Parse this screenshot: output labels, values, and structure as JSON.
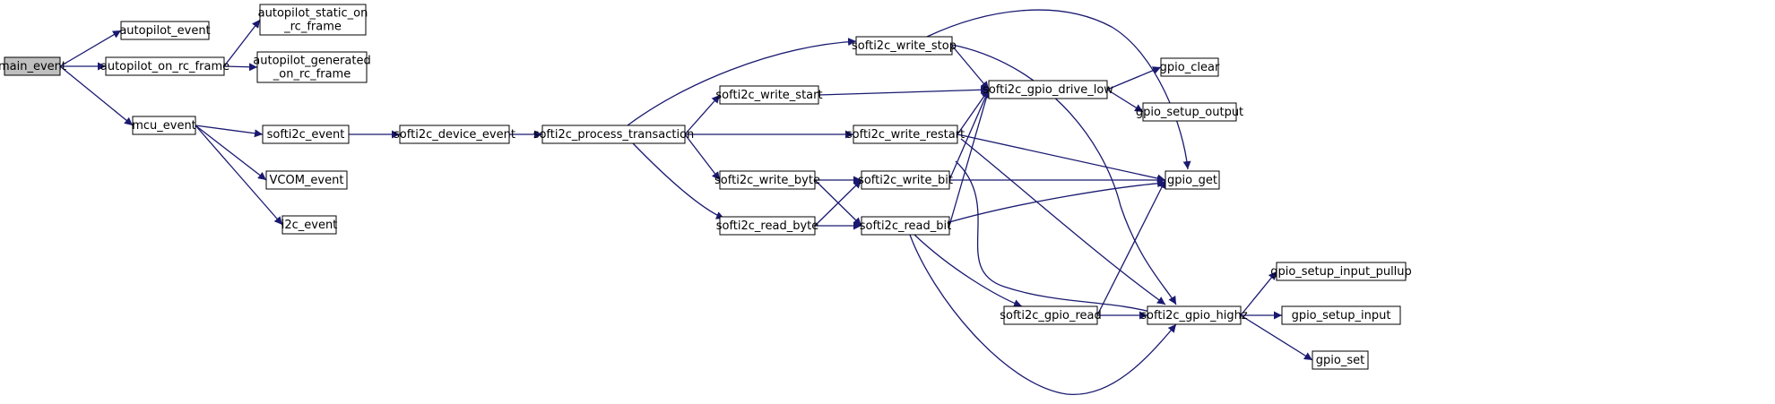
{
  "graph": {
    "colors": {
      "edge": "#191970",
      "node_border": "#000000",
      "root_fill": "#bfbfbf",
      "node_fill": "#ffffff"
    },
    "nodes": [
      {
        "id": "main_event",
        "lines": [
          "main_event"
        ],
        "root": true
      },
      {
        "id": "autopilot_event",
        "lines": [
          "autopilot_event"
        ]
      },
      {
        "id": "autopilot_on_rc_frame",
        "lines": [
          "autopilot_on_rc_frame"
        ]
      },
      {
        "id": "autopilot_static_on_rc_frame",
        "lines": [
          "autopilot_static_on",
          "_rc_frame"
        ]
      },
      {
        "id": "autopilot_generated_on_rc_frame",
        "lines": [
          "autopilot_generated",
          "_on_rc_frame"
        ]
      },
      {
        "id": "mcu_event",
        "lines": [
          "mcu_event"
        ]
      },
      {
        "id": "softi2c_event",
        "lines": [
          "softi2c_event"
        ]
      },
      {
        "id": "VCOM_event",
        "lines": [
          "VCOM_event"
        ]
      },
      {
        "id": "i2c_event",
        "lines": [
          "i2c_event"
        ]
      },
      {
        "id": "softi2c_device_event",
        "lines": [
          "softi2c_device_event"
        ]
      },
      {
        "id": "softi2c_process_transaction",
        "lines": [
          "softi2c_process_transaction"
        ]
      },
      {
        "id": "softi2c_write_stop",
        "lines": [
          "softi2c_write_stop"
        ]
      },
      {
        "id": "softi2c_write_start",
        "lines": [
          "softi2c_write_start"
        ]
      },
      {
        "id": "softi2c_write_restart",
        "lines": [
          "softi2c_write_restart"
        ]
      },
      {
        "id": "softi2c_write_byte",
        "lines": [
          "softi2c_write_byte"
        ]
      },
      {
        "id": "softi2c_read_byte",
        "lines": [
          "softi2c_read_byte"
        ]
      },
      {
        "id": "softi2c_write_bit",
        "lines": [
          "softi2c_write_bit"
        ]
      },
      {
        "id": "softi2c_read_bit",
        "lines": [
          "softi2c_read_bit"
        ]
      },
      {
        "id": "softi2c_gpio_drive_low",
        "lines": [
          "softi2c_gpio_drive_low"
        ]
      },
      {
        "id": "softi2c_gpio_read",
        "lines": [
          "softi2c_gpio_read"
        ]
      },
      {
        "id": "softi2c_gpio_highz",
        "lines": [
          "softi2c_gpio_highz"
        ]
      },
      {
        "id": "gpio_clear",
        "lines": [
          "gpio_clear"
        ]
      },
      {
        "id": "gpio_setup_output",
        "lines": [
          "gpio_setup_output"
        ]
      },
      {
        "id": "gpio_get",
        "lines": [
          "gpio_get"
        ]
      },
      {
        "id": "gpio_setup_input_pullup",
        "lines": [
          "gpio_setup_input_pullup"
        ]
      },
      {
        "id": "gpio_setup_input",
        "lines": [
          "gpio_setup_input"
        ]
      },
      {
        "id": "gpio_set",
        "lines": [
          "gpio_set"
        ]
      }
    ],
    "edges": [
      [
        "main_event",
        "autopilot_event"
      ],
      [
        "main_event",
        "autopilot_on_rc_frame"
      ],
      [
        "main_event",
        "mcu_event"
      ],
      [
        "autopilot_on_rc_frame",
        "autopilot_static_on_rc_frame"
      ],
      [
        "autopilot_on_rc_frame",
        "autopilot_generated_on_rc_frame"
      ],
      [
        "mcu_event",
        "softi2c_event"
      ],
      [
        "mcu_event",
        "VCOM_event"
      ],
      [
        "mcu_event",
        "i2c_event"
      ],
      [
        "softi2c_event",
        "softi2c_device_event"
      ],
      [
        "softi2c_device_event",
        "softi2c_process_transaction"
      ],
      [
        "softi2c_process_transaction",
        "softi2c_write_stop"
      ],
      [
        "softi2c_process_transaction",
        "softi2c_write_start"
      ],
      [
        "softi2c_process_transaction",
        "softi2c_write_restart"
      ],
      [
        "softi2c_process_transaction",
        "softi2c_write_byte"
      ],
      [
        "softi2c_process_transaction",
        "softi2c_read_byte"
      ],
      [
        "softi2c_write_stop",
        "softi2c_gpio_drive_low"
      ],
      [
        "softi2c_write_stop",
        "gpio_get"
      ],
      [
        "softi2c_write_stop",
        "softi2c_gpio_highz"
      ],
      [
        "softi2c_write_start",
        "softi2c_gpio_drive_low"
      ],
      [
        "softi2c_write_restart",
        "softi2c_gpio_drive_low"
      ],
      [
        "softi2c_write_restart",
        "gpio_get"
      ],
      [
        "softi2c_write_restart",
        "softi2c_gpio_highz"
      ],
      [
        "softi2c_write_byte",
        "softi2c_write_bit"
      ],
      [
        "softi2c_write_byte",
        "softi2c_read_bit"
      ],
      [
        "softi2c_read_byte",
        "softi2c_write_bit"
      ],
      [
        "softi2c_read_byte",
        "softi2c_read_bit"
      ],
      [
        "softi2c_write_bit",
        "softi2c_gpio_drive_low"
      ],
      [
        "softi2c_write_bit",
        "gpio_get"
      ],
      [
        "softi2c_write_bit",
        "softi2c_gpio_highz"
      ],
      [
        "softi2c_read_bit",
        "softi2c_gpio_drive_low"
      ],
      [
        "softi2c_read_bit",
        "gpio_get"
      ],
      [
        "softi2c_read_bit",
        "softi2c_gpio_read"
      ],
      [
        "softi2c_read_bit",
        "softi2c_gpio_highz"
      ],
      [
        "softi2c_gpio_drive_low",
        "gpio_clear"
      ],
      [
        "softi2c_gpio_drive_low",
        "gpio_setup_output"
      ],
      [
        "softi2c_gpio_read",
        "gpio_get"
      ],
      [
        "softi2c_gpio_read",
        "softi2c_gpio_highz"
      ],
      [
        "softi2c_gpio_highz",
        "gpio_setup_input_pullup"
      ],
      [
        "softi2c_gpio_highz",
        "gpio_setup_input"
      ],
      [
        "softi2c_gpio_highz",
        "gpio_set"
      ]
    ]
  }
}
